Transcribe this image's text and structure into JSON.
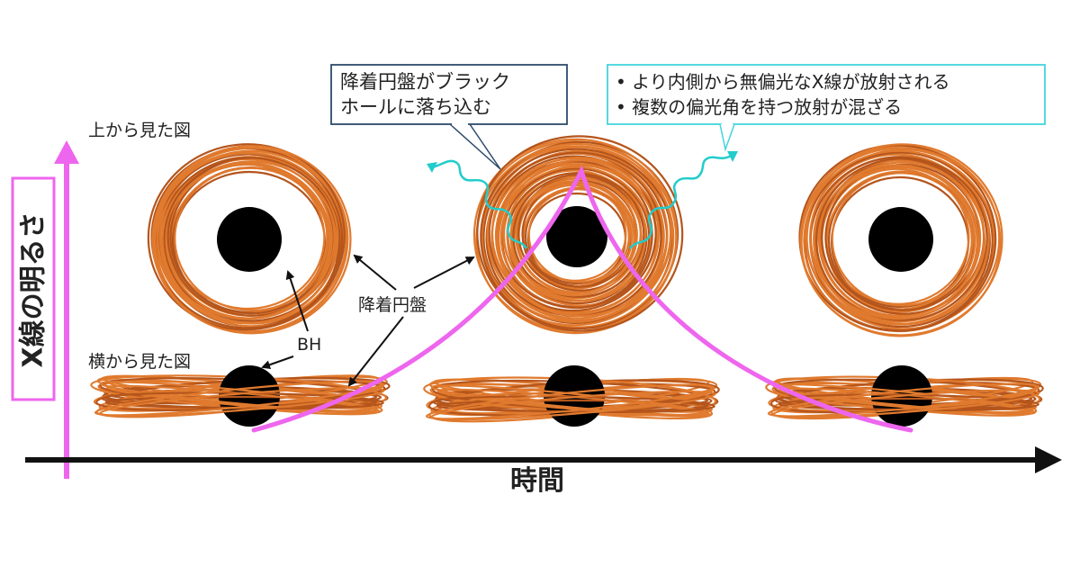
{
  "y_axis_label": "X線の明るさ",
  "x_axis_label": "時間",
  "top_view_label": "上から見た図",
  "side_view_label": "横から見た図",
  "bh_label": "BH",
  "disk_label": "降着円盤",
  "callout_infall": {
    "lines": [
      "降着円盤がブラック",
      "ホールに落ち込む"
    ]
  },
  "callout_emission": {
    "lines": [
      "• より内側から無偏光なX線が放射される",
      "• 複数の偏光角を持つ放射が混ざる"
    ]
  },
  "colors": {
    "disk": "#e07a2e",
    "disk_dark": "#b4551c",
    "black_hole": "#000000",
    "brightness_curve": "#ee66ee",
    "y_axis": "#ee66ee",
    "xray_wave": "#22cccc",
    "callout_infall_border": "#2d4a6b",
    "callout_emission_border": "#44d4dd"
  }
}
